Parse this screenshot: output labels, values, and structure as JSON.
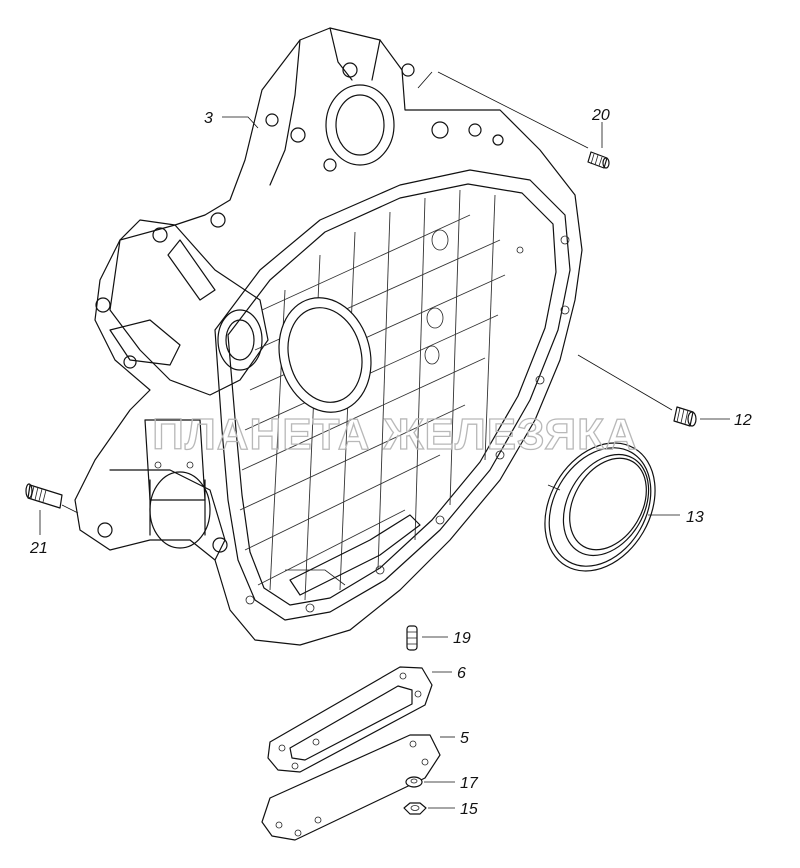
{
  "diagram": {
    "watermark": "ПЛАНЕТА ЖЕЛЕЗЯКА",
    "callouts": {
      "c3": "3",
      "c20": "20",
      "c12": "12",
      "c13": "13",
      "c21": "21",
      "c19": "19",
      "c6": "6",
      "c5": "5",
      "c17": "17",
      "c15": "15"
    }
  }
}
